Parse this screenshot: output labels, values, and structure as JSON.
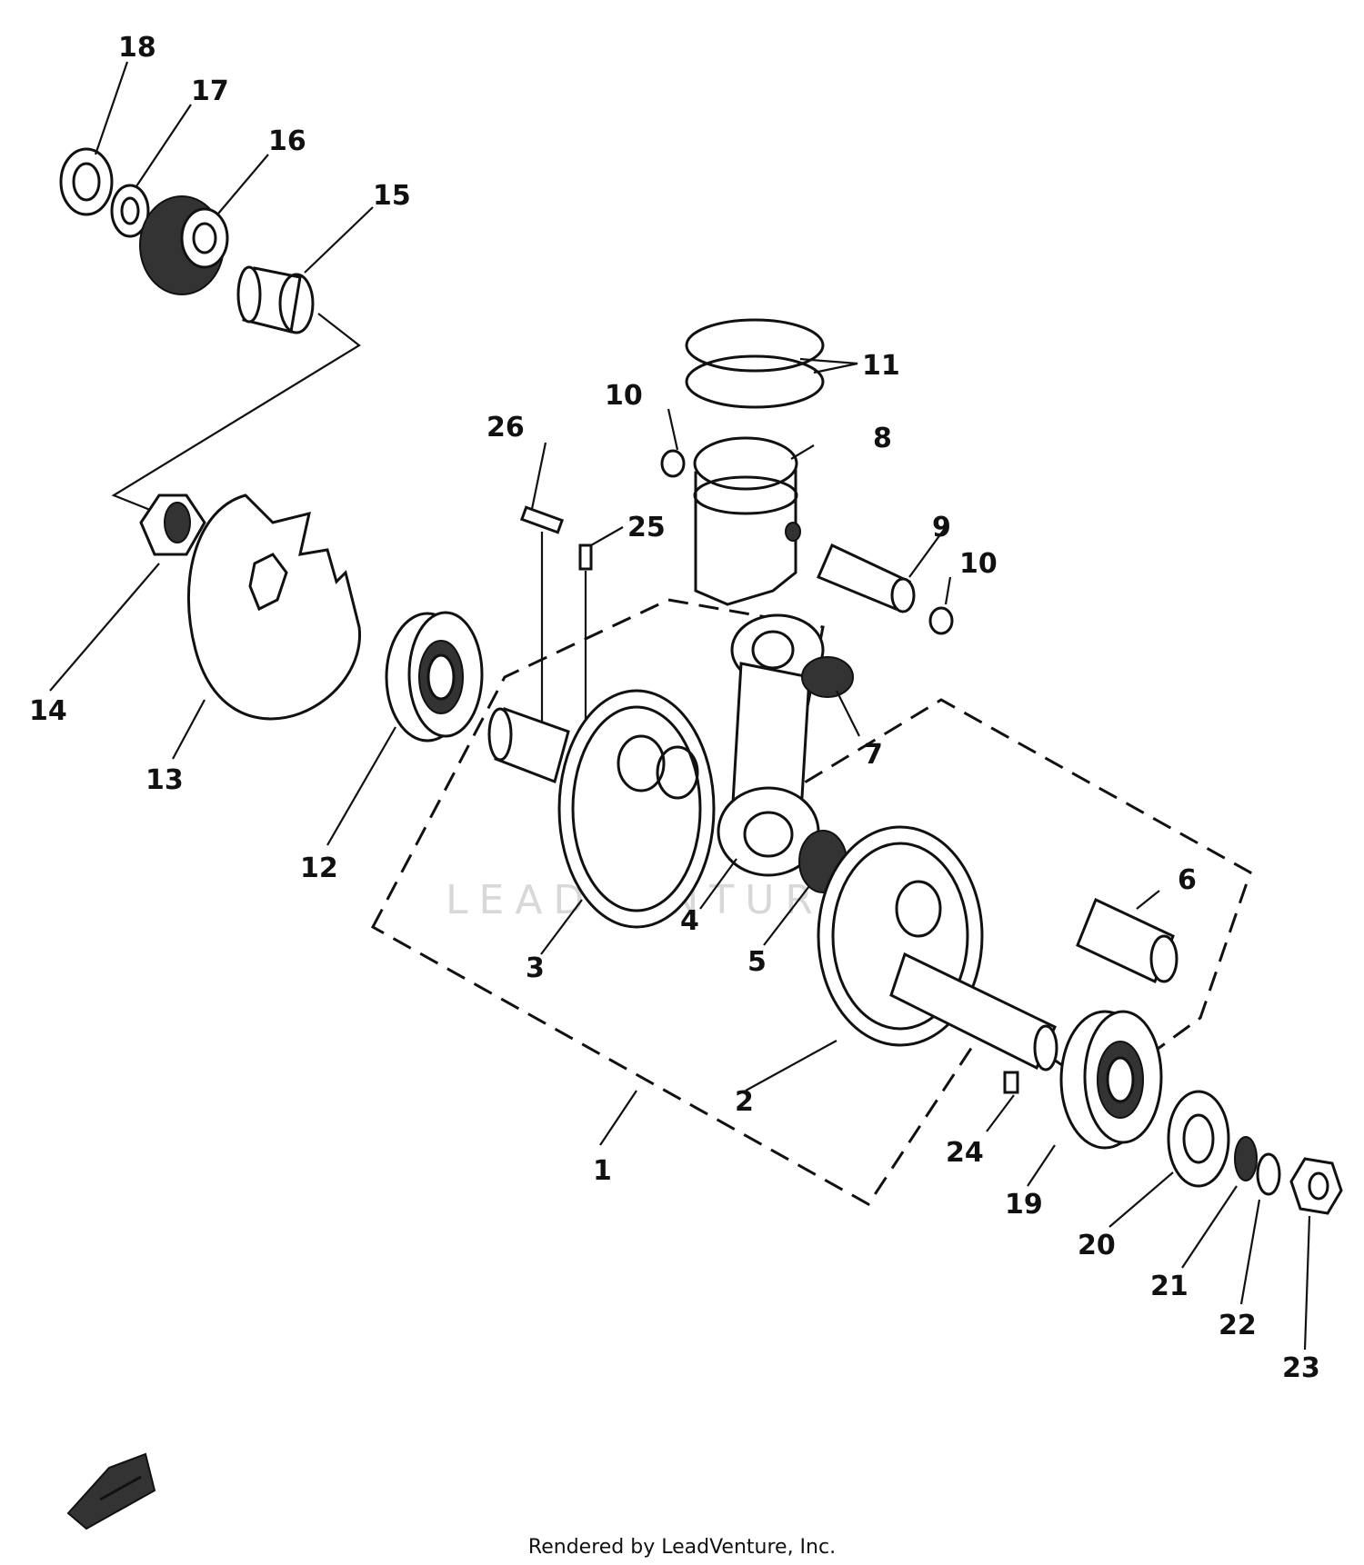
{
  "callouts": [
    "1",
    "2",
    "3",
    "4",
    "5",
    "6",
    "7",
    "8",
    "9",
    "10",
    "10",
    "11",
    "12",
    "13",
    "14",
    "15",
    "16",
    "17",
    "18",
    "19",
    "20",
    "21",
    "22",
    "23",
    "24",
    "25",
    "26"
  ],
  "watermark": "LEADVENTURE",
  "footer": "Rendered by LeadVenture, Inc."
}
